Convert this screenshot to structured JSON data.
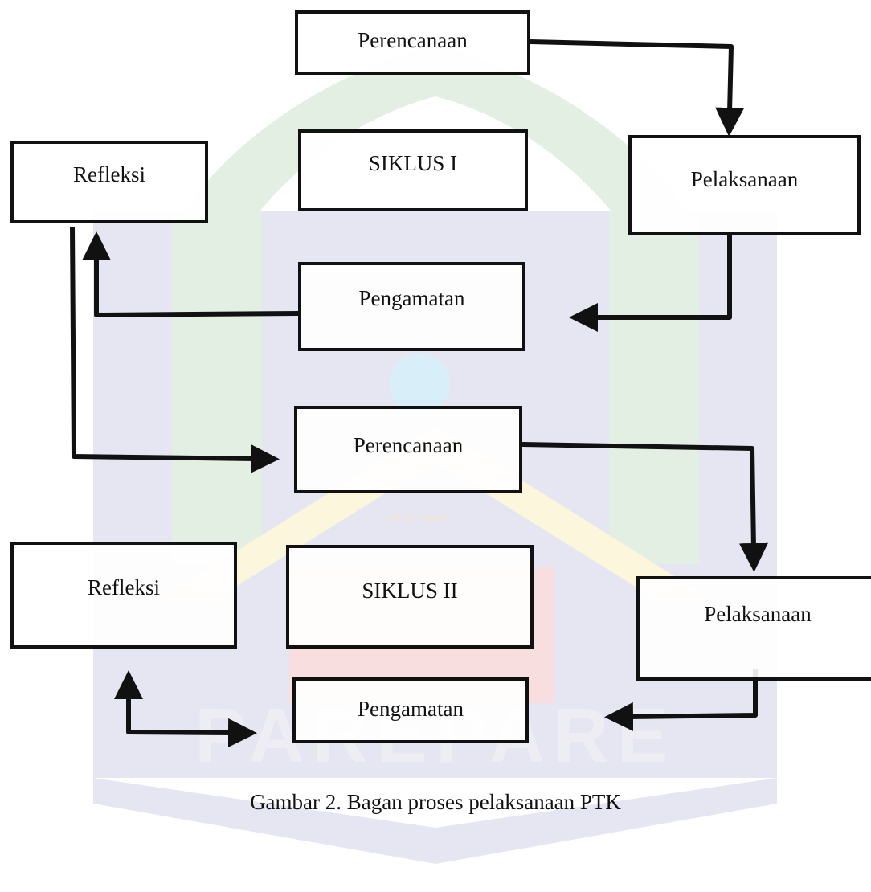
{
  "diagram": {
    "cycle1": {
      "planning": "Perencanaan",
      "acting": "Pelaksanaan",
      "observing": "Pengamatan",
      "reflecting": "Refleksi",
      "label": "SIKLUS I"
    },
    "cycle2": {
      "planning": "Perencanaan",
      "acting": "Pelaksanaan",
      "observing": "Pengamatan",
      "reflecting": "Refleksi",
      "label": "SIKLUS II"
    },
    "caption": "Gambar 2. Bagan proses pelaksanaan PTK"
  },
  "watermark": {
    "text": "PAREPARE",
    "small_text": "PAREPARE",
    "colors": {
      "green": "#e3efe3",
      "blue": "#e6e6f2",
      "yellow": "#fbf6dc",
      "red": "#f8dede",
      "globe": "#d8eef8"
    }
  },
  "colors": {
    "line": "#111111",
    "text": "#111111",
    "background": "#ffffff"
  }
}
